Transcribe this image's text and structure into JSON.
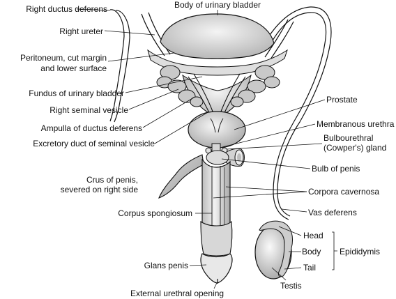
{
  "labels": {
    "right_ductus_deferens": "Right ductus deferens",
    "body_urinary_bladder": "Body of urinary bladder",
    "right_ureter": "Right ureter",
    "peritoneum_1": "Peritoneum, cut margin",
    "peritoneum_2": "and lower surface",
    "fundus_bladder": "Fundus of urinary bladder",
    "right_seminal_vesicle": "Right seminal vesicle",
    "ampulla": "Ampulla of ductus deferens",
    "excretory_duct": "Excretory duct of seminal vesicle",
    "crus_1": "Crus of penis,",
    "crus_2": "severed on right side",
    "corpus_spongiosum": "Corpus spongiosum",
    "glans_penis": "Glans penis",
    "external_urethral": "External urethral opening",
    "prostate": "Prostate",
    "membranous_urethra": "Membranous urethra",
    "bulbourethral_1": "Bulbourethral",
    "bulbourethral_2": "(Cowper's) gland",
    "bulb_penis": "Bulb of penis",
    "corpora_cavernosa": "Corpora cavernosa",
    "vas_deferens": "Vas deferens",
    "head": "Head",
    "body": "Body",
    "tail": "Tail",
    "epididymis": "Epididymis",
    "testis": "Testis"
  },
  "colors": {
    "line": "#111111",
    "tissue_light": "#ececec",
    "tissue_mid": "#cfcfcf",
    "tissue_dark": "#a9a9a9"
  }
}
